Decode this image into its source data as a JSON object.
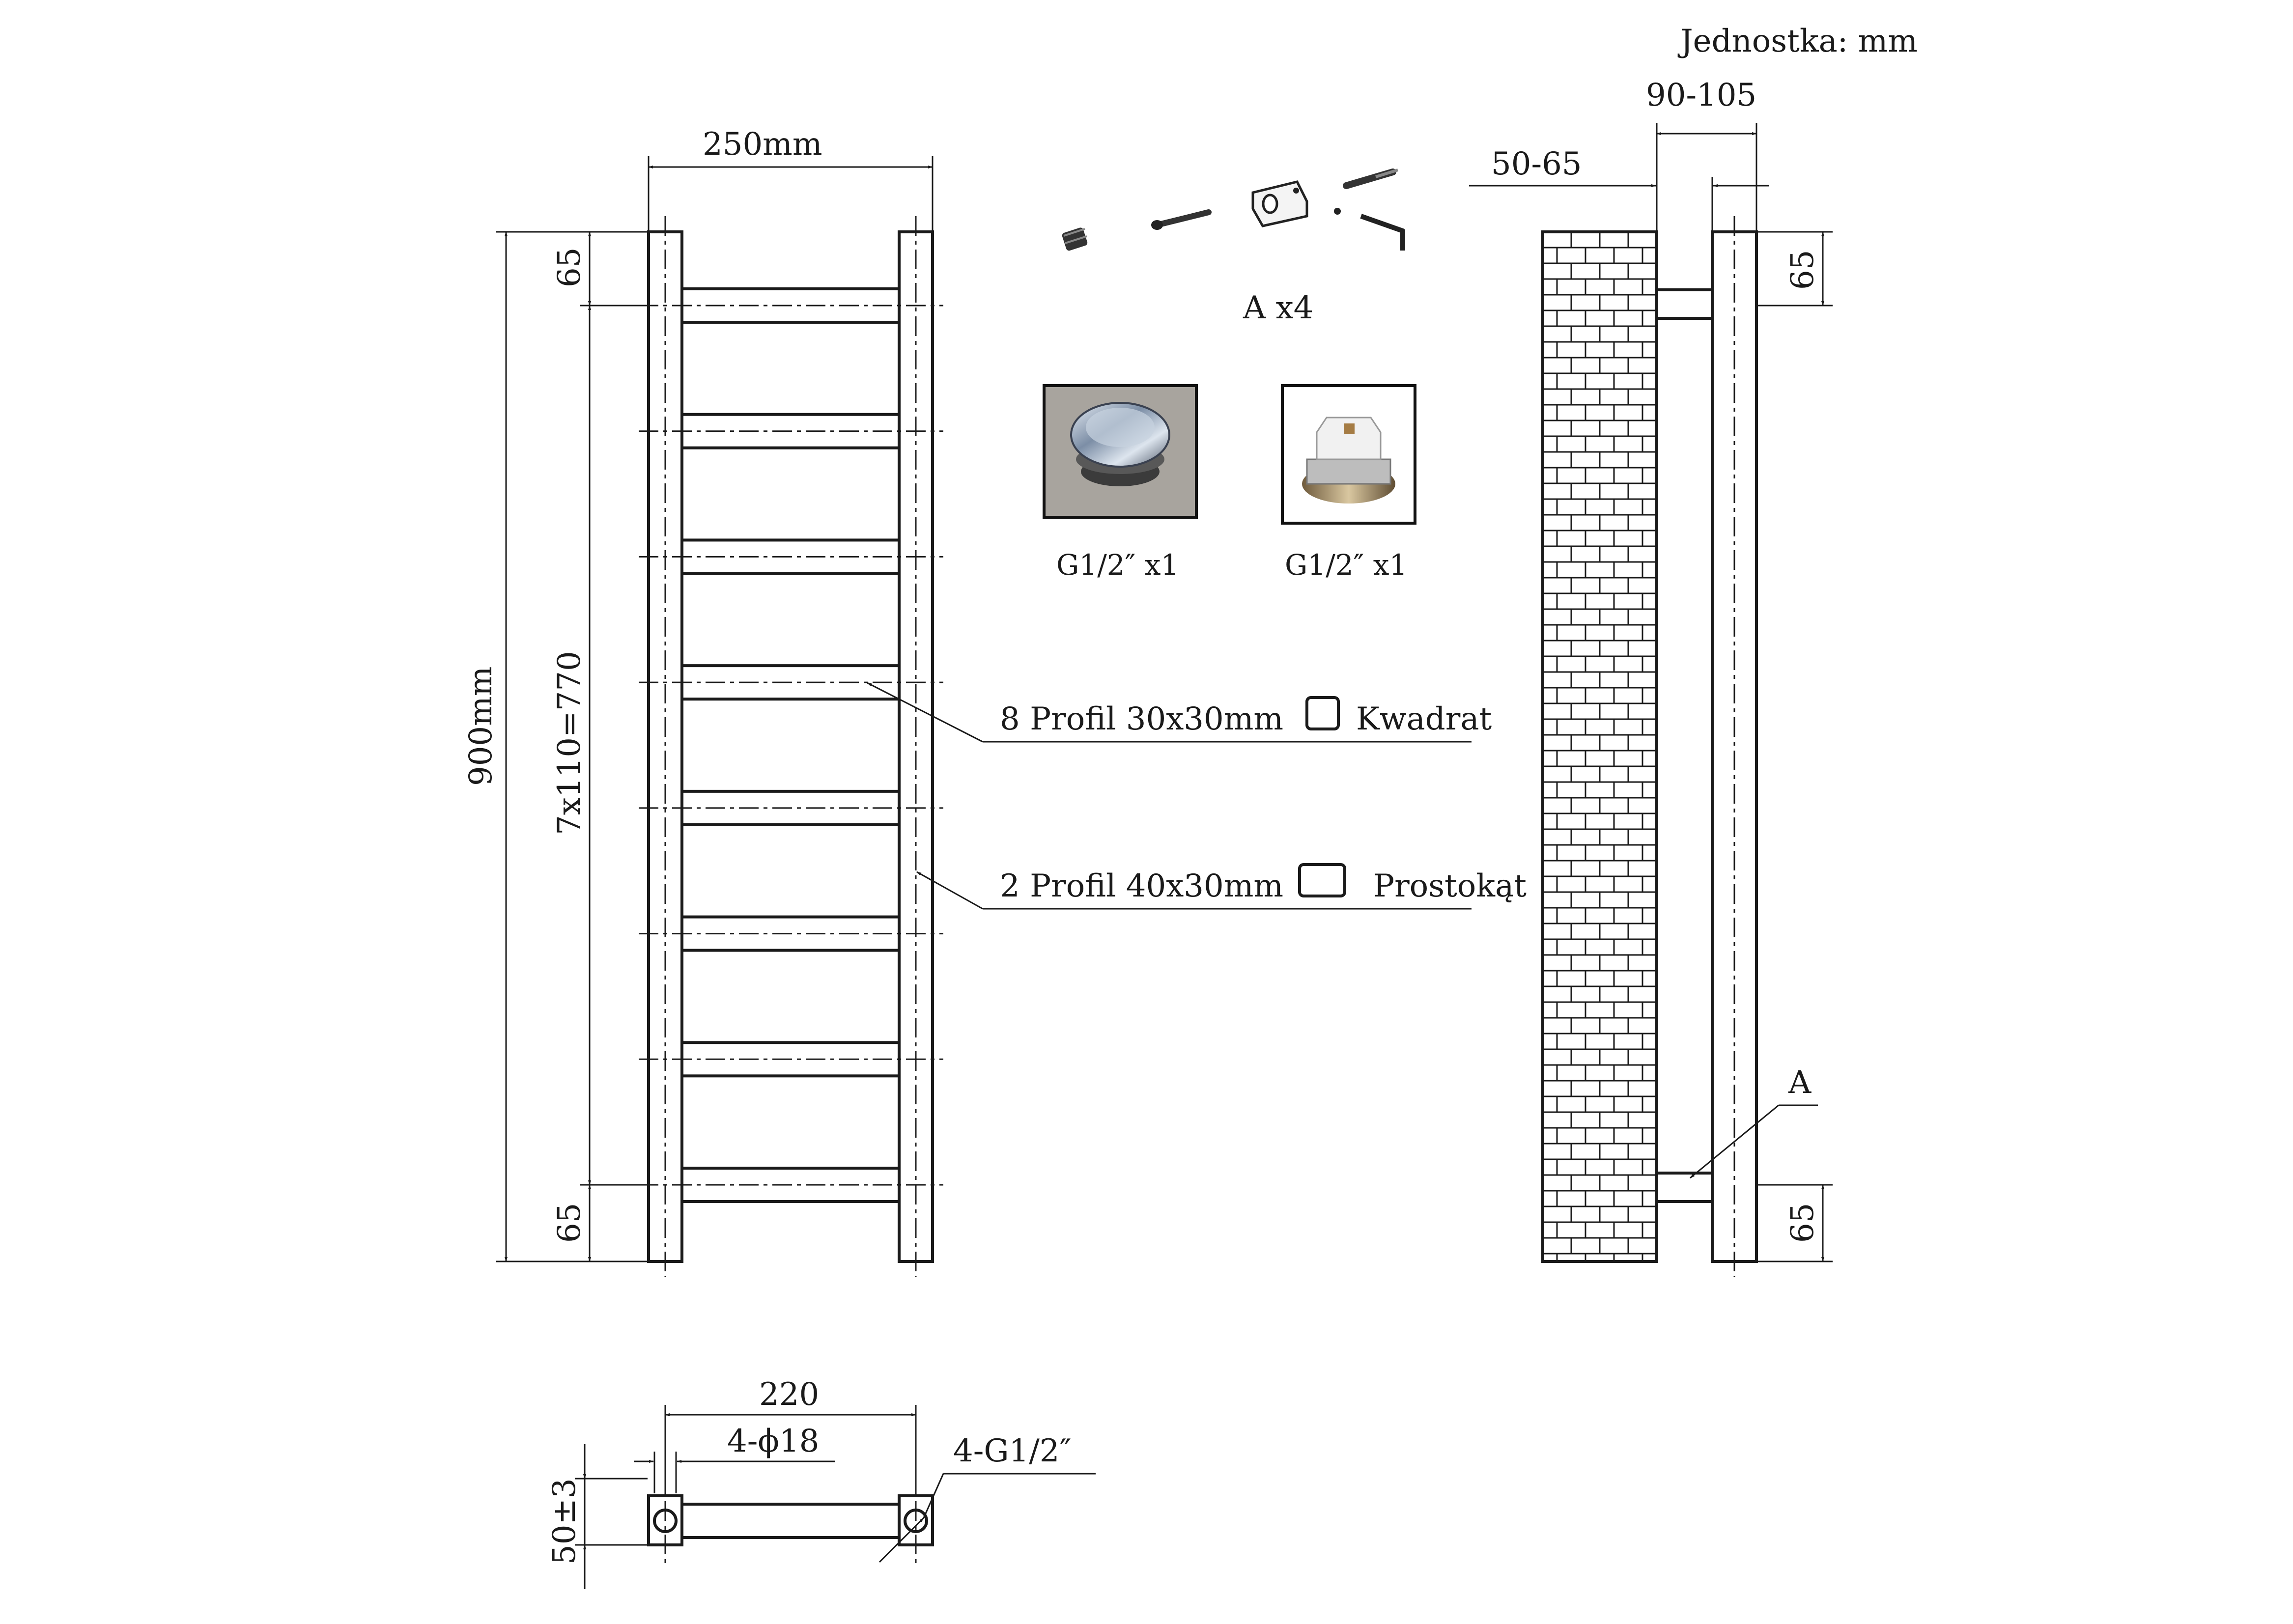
{
  "unit_note": "Jednostka: mm",
  "front_view": {
    "width_label": "250mm",
    "height_label": "900mm",
    "pitch_label": "7x110=770",
    "top_offset_label": "65",
    "bottom_offset_label": "65",
    "bar_count": 8
  },
  "callouts": {
    "bars": {
      "text": "8 Profil 30x30mm",
      "shape_label": "Kwadrat"
    },
    "rails": {
      "text": "2 Profil 40x30mm",
      "shape_label": "Prostokąt"
    }
  },
  "accessories": {
    "kit_label": "A x4",
    "item_left_label": "G1/2″ x1",
    "item_right_label": "G1/2″ x1"
  },
  "side_view": {
    "depth_label": "90-105",
    "wall_gap_label": "50-65",
    "top_offset_label": "65",
    "bottom_offset_label": "65",
    "detail_label": "A"
  },
  "bottom_view": {
    "connection_spacing_label": "220",
    "holes_label": "4-ϕ18",
    "thread_label": "4-G1/2″",
    "rail_depth_label": "50±3"
  }
}
